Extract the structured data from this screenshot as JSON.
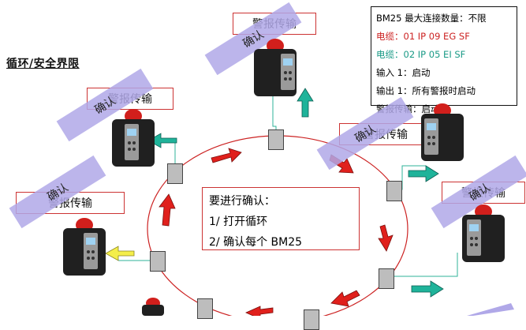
{
  "title": "循环/安全界限",
  "info": {
    "line1": "BM25 最大连接数量：不限",
    "line2": "电缆：01 IP 09 EG SF",
    "line3": "电缆：02 IP 05 EI SF",
    "line4": "输入 1：启动",
    "line5": "输出 1：所有警报时启动",
    "line6": "警报传输：启动",
    "colors": {
      "line2": "#cc2222",
      "line3": "#1a9a86"
    }
  },
  "labels": {
    "alarm": "警报传输",
    "confirm": "确认"
  },
  "steps": {
    "heading": "要进行确认：",
    "item1": "1/ 打开循环",
    "item2": "2/ 确认每个 BM25"
  },
  "colors": {
    "arrow_red": "#e0201c",
    "arrow_teal": "#1fb39a",
    "arrow_yellow": "#f4ee4a",
    "band": "#b0a8e8",
    "node": "#bdbdbd"
  }
}
